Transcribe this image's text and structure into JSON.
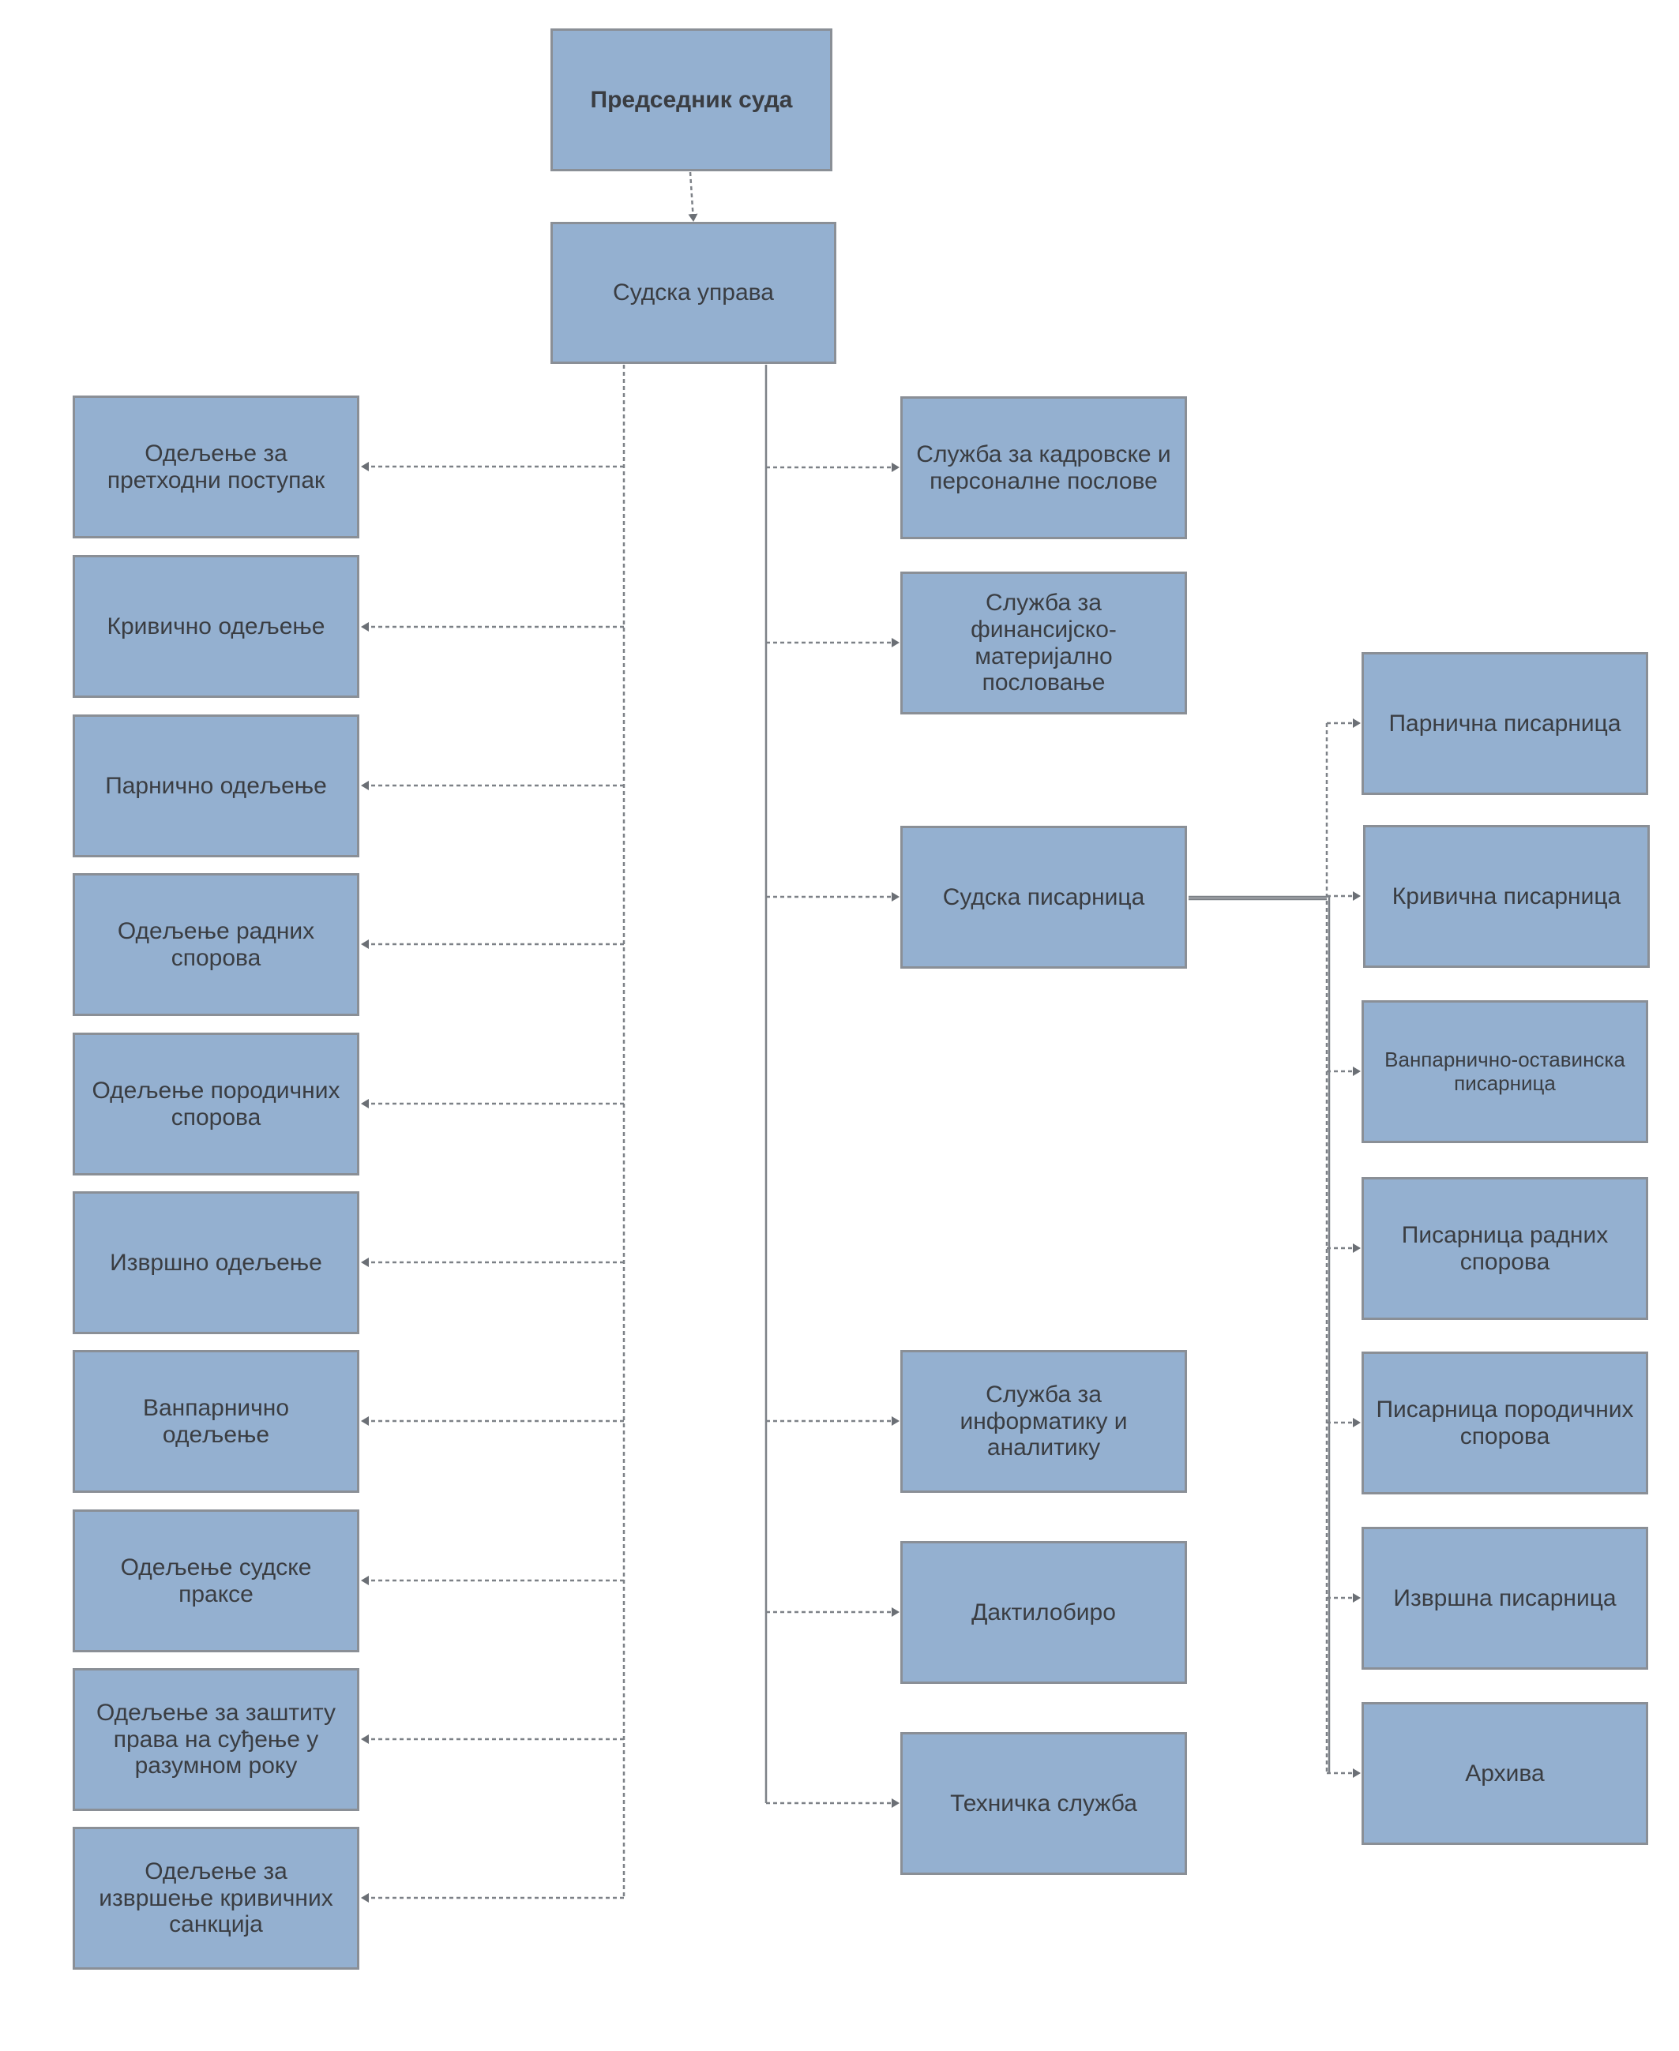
{
  "top": {
    "president": "Председник суда",
    "administration": "Судска управа"
  },
  "left_departments": [
    "Одељење за\nпретходни поступак",
    "Кривично одељење",
    "Парнично одељење",
    "Одељење радних\nспорова",
    "Одељење породичних\nспорова",
    "Извршно одељење",
    "Ванпарнично\nодељење",
    "Одељење судске\nпраксе",
    "Одељење за заштиту\nправа на суђење у\nразумном року",
    "Одељење за\nизвршење кривичних\nсанкција"
  ],
  "middle_services": [
    "Служба за кадровске и\nперсоналне послове",
    "Служба за\nфинансијско-\nматеријално\nпословање",
    "Судска писарница",
    "Служба за\nинформатику и\nаналитику",
    "Дактилобиро",
    "Техничка служба"
  ],
  "registry_offices": [
    "Парнична писарница",
    "Кривична писарница",
    "Ванпарнично-оставинска\nписарница",
    "Писарница радних\nспорова",
    "Писарница породичних\nспорова",
    "Извршна писарница",
    "Архива"
  ],
  "colors": {
    "box_fill": "#94b0d0",
    "box_border": "#8a8f96",
    "line": "#7d8187",
    "text": "#3a3d42"
  }
}
